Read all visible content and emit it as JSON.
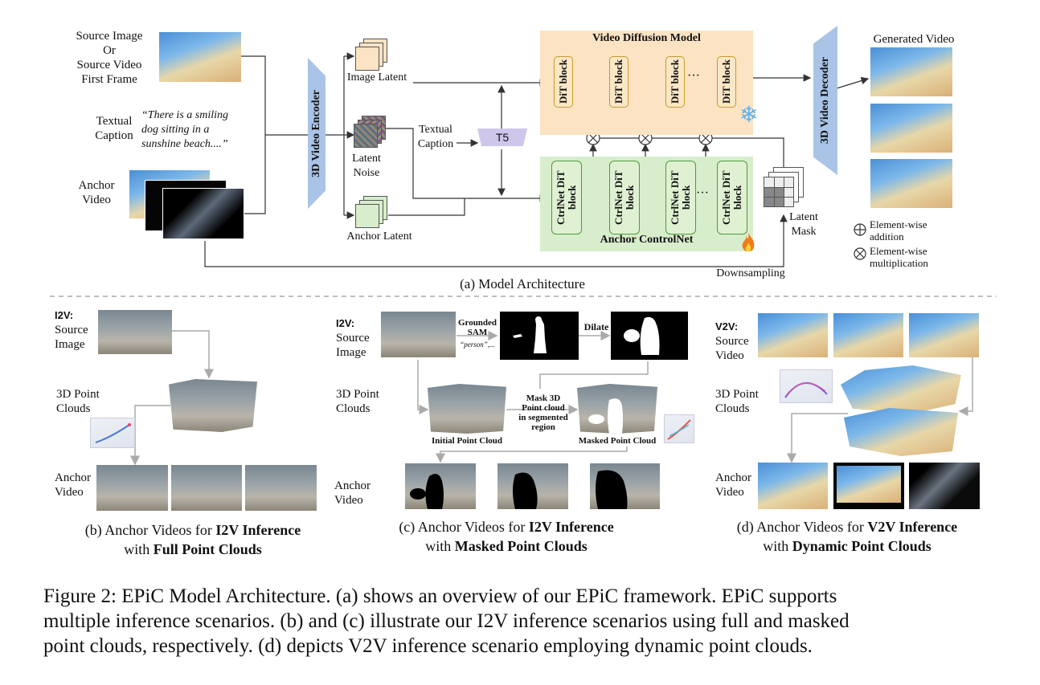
{
  "panel_a": {
    "source_label": [
      "Source  Image",
      "Or",
      "Source Video",
      "First Frame"
    ],
    "textual_caption_label": [
      "Textual",
      "Caption"
    ],
    "caption_quote": [
      "“There is a smiling",
      "dog sitting in a",
      "sunshine beach....”"
    ],
    "anchor_video_label": [
      "Anchor",
      "Video"
    ],
    "encoder": "3D Video Encoder",
    "image_latent": "Image Latent",
    "latent_noise": [
      "Latent",
      "Noise"
    ],
    "anchor_latent": "Anchor Latent",
    "textual_caption_mid": [
      "Textual",
      "Caption"
    ],
    "t5": "T5",
    "vdm_title": "Video Diffusion Model",
    "dit_blocks": [
      "DiT block",
      "DiT block",
      "DiT block",
      "DiT block"
    ],
    "ctrl_blocks": [
      "CtrlNet DiT block",
      "CtrlNet DiT block",
      "CtrlNet DiT block",
      "CtrlNet DiT block"
    ],
    "ellipsis": "···",
    "controlnet_title": "Anchor ControlNet",
    "latent_mask": [
      "Latent",
      "Mask"
    ],
    "downsampling": "Downsampling",
    "decoder": "3D Video Decoder",
    "generated_video": "Generated Video",
    "legend_add": [
      "Element-wise",
      "addition"
    ],
    "legend_mul": [
      "Element-wise",
      "multiplication"
    ],
    "caption": "(a) Model Architecture"
  },
  "panel_b": {
    "i2v": "I2V:",
    "source_image": [
      "Source",
      "Image"
    ],
    "point_clouds": [
      "3D Point",
      "Clouds"
    ],
    "anchor_video": [
      "Anchor",
      "Video"
    ],
    "caption_1a": "(b) Anchor Videos for ",
    "caption_1b": "I2V Inference",
    "caption_2a": "with ",
    "caption_2b": "Full Point Clouds"
  },
  "panel_c": {
    "i2v": "I2V:",
    "source_image": [
      "Source",
      "Image"
    ],
    "grounded_sam": [
      "Grounded",
      "SAM"
    ],
    "person": "“person”,...",
    "dilate": "Dilate",
    "point_clouds": [
      "3D Point",
      "Clouds"
    ],
    "mask_step": [
      "Mask 3D",
      "Point cloud",
      "in segmented",
      "region"
    ],
    "initial_pc": "Initial Point Cloud",
    "masked_pc": "Masked Point Cloud",
    "anchor_video": [
      "Anchor",
      "Video"
    ],
    "caption_1a": "(c) Anchor Videos for ",
    "caption_1b": "I2V Inference",
    "caption_2a": "with ",
    "caption_2b": "Masked Point Clouds"
  },
  "panel_d": {
    "v2v": "V2V:",
    "source_video": [
      "Source",
      "Video"
    ],
    "point_clouds": [
      "3D Point",
      "Clouds"
    ],
    "anchor_video": [
      "Anchor",
      "Video"
    ],
    "caption_1a": "(d) Anchor Videos for ",
    "caption_1b": "V2V Inference",
    "caption_2a": "with ",
    "caption_2b": "Dynamic Point Clouds"
  },
  "figure_caption": [
    "Figure 2: EPiC Model Architecture. (a) shows an overview of our EPiC framework. EPiC supports",
    "multiple inference scenarios. (b) and (c) illustrate our I2V inference scenarios using full and masked",
    "point clouds, respectively. (d) depicts V2V inference scenario employing dynamic point clouds."
  ],
  "colors": {
    "vdm_bg": "#fbe3c4",
    "controlnet_bg": "#d8edcb",
    "encoder": "#a9c4e6",
    "t5": "#cfc6ec"
  }
}
